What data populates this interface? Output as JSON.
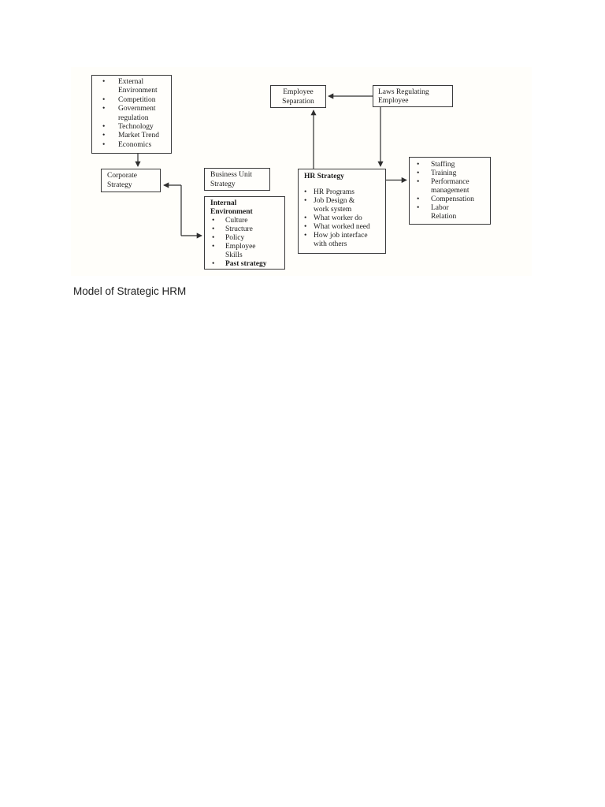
{
  "page": {
    "caption": "Model of Strategic HRM"
  },
  "diagram": {
    "boxes": {
      "external_environment": {
        "items": [
          "External\nEnvironment",
          "Competition",
          "Government\nregulation",
          "Technology",
          "Market Trend",
          "Economics"
        ]
      },
      "corporate_strategy": {
        "label": "Corporate\nStrategy"
      },
      "business_unit_strategy": {
        "label": "Business Unit\nStrategy"
      },
      "internal_environment": {
        "title": "Internal\nEnvironment",
        "items": [
          "Culture",
          "Structure",
          "Policy",
          "Employee\nSkills",
          "Past strategy"
        ]
      },
      "employee_separation": {
        "label": "Employee\nSeparation"
      },
      "laws_regulating_employee": {
        "label": "Laws Regulating\nEmployee"
      },
      "hr_strategy": {
        "title": "HR Strategy",
        "items": [
          "HR Programs",
          "Job Design &\nwork system",
          "What worker do",
          "What worked need",
          "How job interface\nwith others"
        ]
      },
      "hr_practices": {
        "items": [
          "Staffing",
          "Training",
          "Performance\nmanagement",
          "Compensation",
          "Labor\nRelation"
        ]
      }
    },
    "connections": [
      {
        "from": "external-environment",
        "to": "corporate-strategy",
        "style": "arrow-down"
      },
      {
        "from": "corporate-strategy",
        "to": "internal-environment",
        "style": "elbow-double-arrow"
      },
      {
        "from": "laws-regulating-employee",
        "to": "employee-separation",
        "style": "arrow-left"
      },
      {
        "from": "hr-strategy",
        "to": "employee-separation",
        "style": "arrow-up"
      },
      {
        "from": "laws-regulating-employee",
        "to": "hr-strategy",
        "style": "arrow-down"
      },
      {
        "from": "hr-strategy",
        "to": "hr-practices",
        "style": "arrow-right"
      }
    ]
  }
}
